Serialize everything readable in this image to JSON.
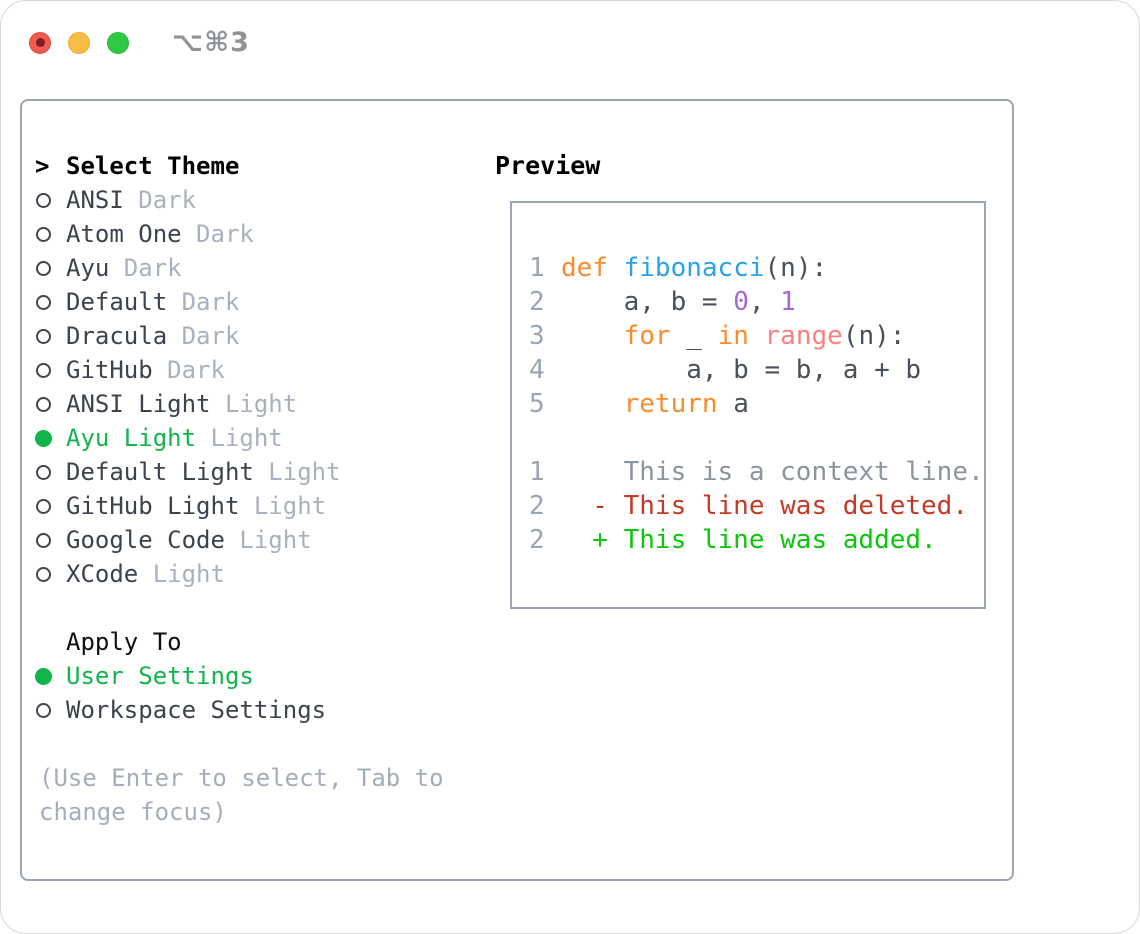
{
  "window": {
    "title": "⌥⌘3",
    "traffic_lights": [
      "close",
      "minimize",
      "zoom"
    ]
  },
  "palette": {
    "ui_green": "#12b54c",
    "text_dark": "#3c434d",
    "tag_gray": "#a9b1be",
    "hint_gray": "#a5adbb",
    "border_gray": "#9ca5b2",
    "line_number_gray": "#9aa4b2",
    "keyword_orange": "#fa8c2e",
    "function_blue": "#2ba2e8",
    "number_purple": "#a566da",
    "builtin_coral": "#f9817e",
    "code_default": "#49505a",
    "context_gray": "#8c949e",
    "deleted_red": "#c43a29",
    "added_green": "#0dc50d",
    "traffic_red": "#f15b51",
    "traffic_yellow": "#f7bd45",
    "traffic_green": "#30c742"
  },
  "theme_panel": {
    "prompt": ">",
    "header": "Select Theme",
    "themes": [
      {
        "name": "ANSI",
        "tag": "Dark",
        "selected": false
      },
      {
        "name": "Atom One",
        "tag": "Dark",
        "selected": false
      },
      {
        "name": "Ayu",
        "tag": "Dark",
        "selected": false
      },
      {
        "name": "Default",
        "tag": "Dark",
        "selected": false
      },
      {
        "name": "Dracula",
        "tag": "Dark",
        "selected": false
      },
      {
        "name": "GitHub",
        "tag": "Dark",
        "selected": false
      },
      {
        "name": "ANSI Light",
        "tag": "Light",
        "selected": false
      },
      {
        "name": "Ayu Light",
        "tag": "Light",
        "selected": true
      },
      {
        "name": "Default Light",
        "tag": "Light",
        "selected": false
      },
      {
        "name": "GitHub Light",
        "tag": "Light",
        "selected": false
      },
      {
        "name": "Google Code",
        "tag": "Light",
        "selected": false
      },
      {
        "name": "XCode",
        "tag": "Light",
        "selected": false
      }
    ],
    "apply_to": {
      "header": "Apply To",
      "options": [
        {
          "name": "User Settings",
          "selected": true
        },
        {
          "name": "Workspace Settings",
          "selected": false
        }
      ]
    },
    "hint_line1": "(Use Enter to select, Tab to",
    "hint_line2": "change focus)"
  },
  "preview": {
    "header": "Preview",
    "code_lines": [
      {
        "num": "1",
        "segments": [
          {
            "t": "def",
            "c": "kw"
          },
          {
            "t": " ",
            "c": "def"
          },
          {
            "t": "fibonacci",
            "c": "fn"
          },
          {
            "t": "(n):",
            "c": "def"
          }
        ]
      },
      {
        "num": "2",
        "segments": [
          {
            "t": "    a, b = ",
            "c": "def"
          },
          {
            "t": "0",
            "c": "num"
          },
          {
            "t": ", ",
            "c": "def"
          },
          {
            "t": "1",
            "c": "num"
          }
        ]
      },
      {
        "num": "3",
        "segments": [
          {
            "t": "    ",
            "c": "def"
          },
          {
            "t": "for",
            "c": "kw"
          },
          {
            "t": " _ ",
            "c": "def"
          },
          {
            "t": "in",
            "c": "kw"
          },
          {
            "t": " ",
            "c": "def"
          },
          {
            "t": "range",
            "c": "bi"
          },
          {
            "t": "(n):",
            "c": "def"
          }
        ]
      },
      {
        "num": "4",
        "segments": [
          {
            "t": "        a, b = b, a + b",
            "c": "def"
          }
        ]
      },
      {
        "num": "5",
        "segments": [
          {
            "t": "    ",
            "c": "def"
          },
          {
            "t": "return",
            "c": "kw"
          },
          {
            "t": " a",
            "c": "def"
          }
        ]
      },
      {
        "num": "",
        "segments": []
      },
      {
        "num": "1",
        "segments": [
          {
            "t": "    This is a context line.",
            "c": "ctx"
          }
        ]
      },
      {
        "num": "2",
        "segments": [
          {
            "t": "  - This line was deleted.",
            "c": "del"
          }
        ]
      },
      {
        "num": "2",
        "segments": [
          {
            "t": "  + This line was added.",
            "c": "add"
          }
        ]
      }
    ]
  }
}
